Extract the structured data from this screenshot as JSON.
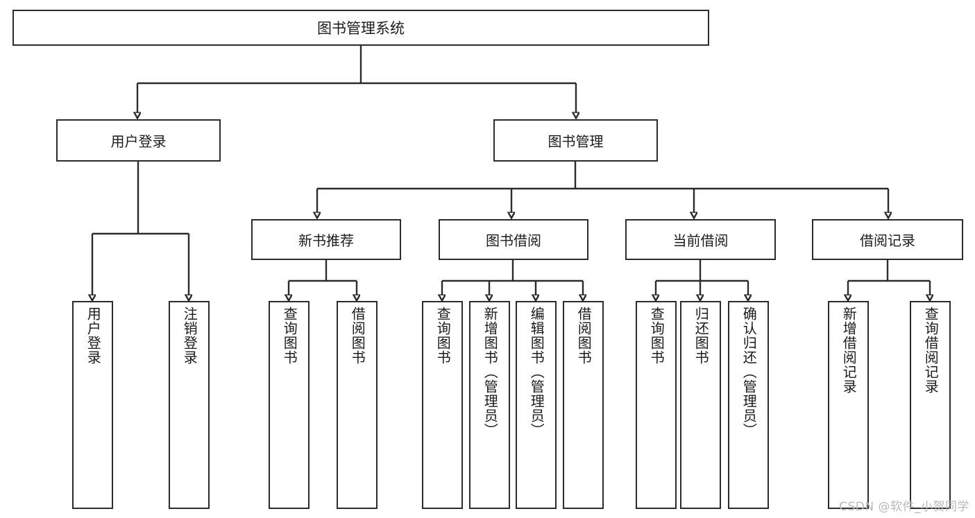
{
  "diagram": {
    "title": "图书管理系统",
    "type": "tree",
    "watermark": "CSDN @软件_小贺同学",
    "colors": {
      "stroke": "#2b2b2b",
      "fill": "#ffffff",
      "text": "#1b1b1b",
      "watermark": "#b8b8b8"
    },
    "root": {
      "label": "图书管理系统"
    },
    "level1": [
      {
        "label": "用户登录"
      },
      {
        "label": "图书管理"
      }
    ],
    "level2": [
      {
        "label": "新书推荐"
      },
      {
        "label": "图书借阅"
      },
      {
        "label": "当前借阅"
      },
      {
        "label": "借阅记录"
      }
    ],
    "leaves": {
      "user_login": [
        {
          "label": "用户登录"
        },
        {
          "label": "注销登录"
        }
      ],
      "new_book": [
        {
          "label": "查询图书"
        },
        {
          "label": "借阅图书"
        }
      ],
      "book_borrow": [
        {
          "label": "查询图书"
        },
        {
          "label": "新增图书（管理员）"
        },
        {
          "label": "编辑图书（管理员）"
        },
        {
          "label": "借阅图书"
        }
      ],
      "current_borrow": [
        {
          "label": "查询图书"
        },
        {
          "label": "归还图书"
        },
        {
          "label": "确认归还（管理员）"
        }
      ],
      "borrow_record": [
        {
          "label": "新增借阅记录"
        },
        {
          "label": "查询借阅记录"
        }
      ]
    }
  }
}
